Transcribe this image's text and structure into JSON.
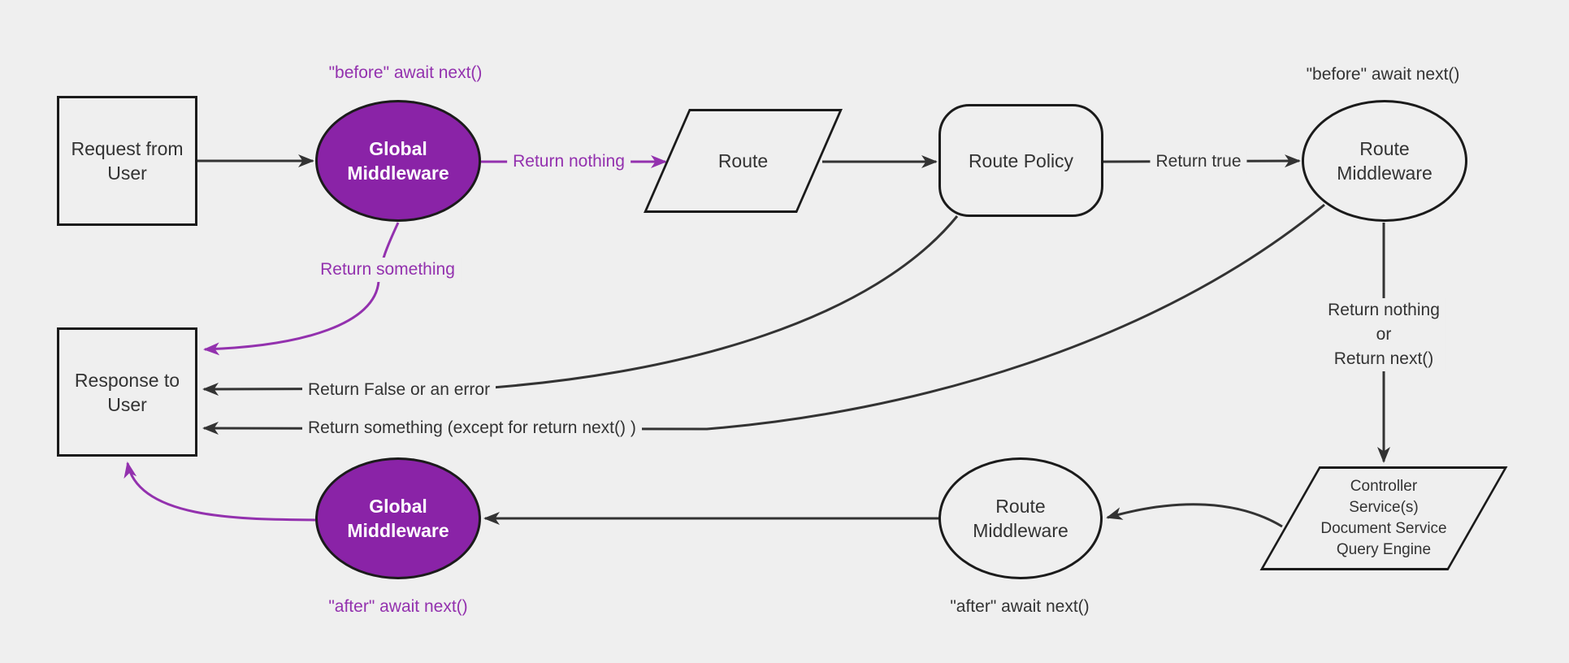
{
  "diagram": {
    "title": "Backend request / response lifecycle flowchart",
    "colors": {
      "background": "#efefef",
      "purple_fill": "#8a23a7",
      "purple_line": "#9331ae",
      "dark_line": "#333333",
      "node_border": "#1b1b1b",
      "node_text": "#333333",
      "purple_node_text": "#ffffff"
    },
    "nodes": {
      "request": {
        "label": "Request from\nUser"
      },
      "global_middleware_top": {
        "label": "Global\nMiddleware"
      },
      "route": {
        "label": "Route"
      },
      "route_policy": {
        "label": "Route Policy"
      },
      "route_middleware_top": {
        "label": "Route\nMiddleware"
      },
      "controller": {
        "label": "Controller\nService(s)\nDocument Service\nQuery Engine"
      },
      "route_middleware_bottom": {
        "label": "Route\nMiddleware"
      },
      "global_middleware_bottom": {
        "label": "Global\nMiddleware"
      },
      "response": {
        "label": "Response to\nUser"
      }
    },
    "edge_labels": {
      "before_await_left": "\"before\" await next()",
      "return_nothing": "Return nothing",
      "return_true": "Return true",
      "before_await_right": "\"before\" await next()",
      "return_nothing_or_next": "Return nothing\nor\nReturn next()",
      "return_false_or_error": "Return False or an error",
      "return_something_except": "Return something (except for return next() )",
      "return_something": "Return something",
      "after_await_left": "\"after\" await next()",
      "after_await_right": "\"after\" await next()"
    }
  }
}
